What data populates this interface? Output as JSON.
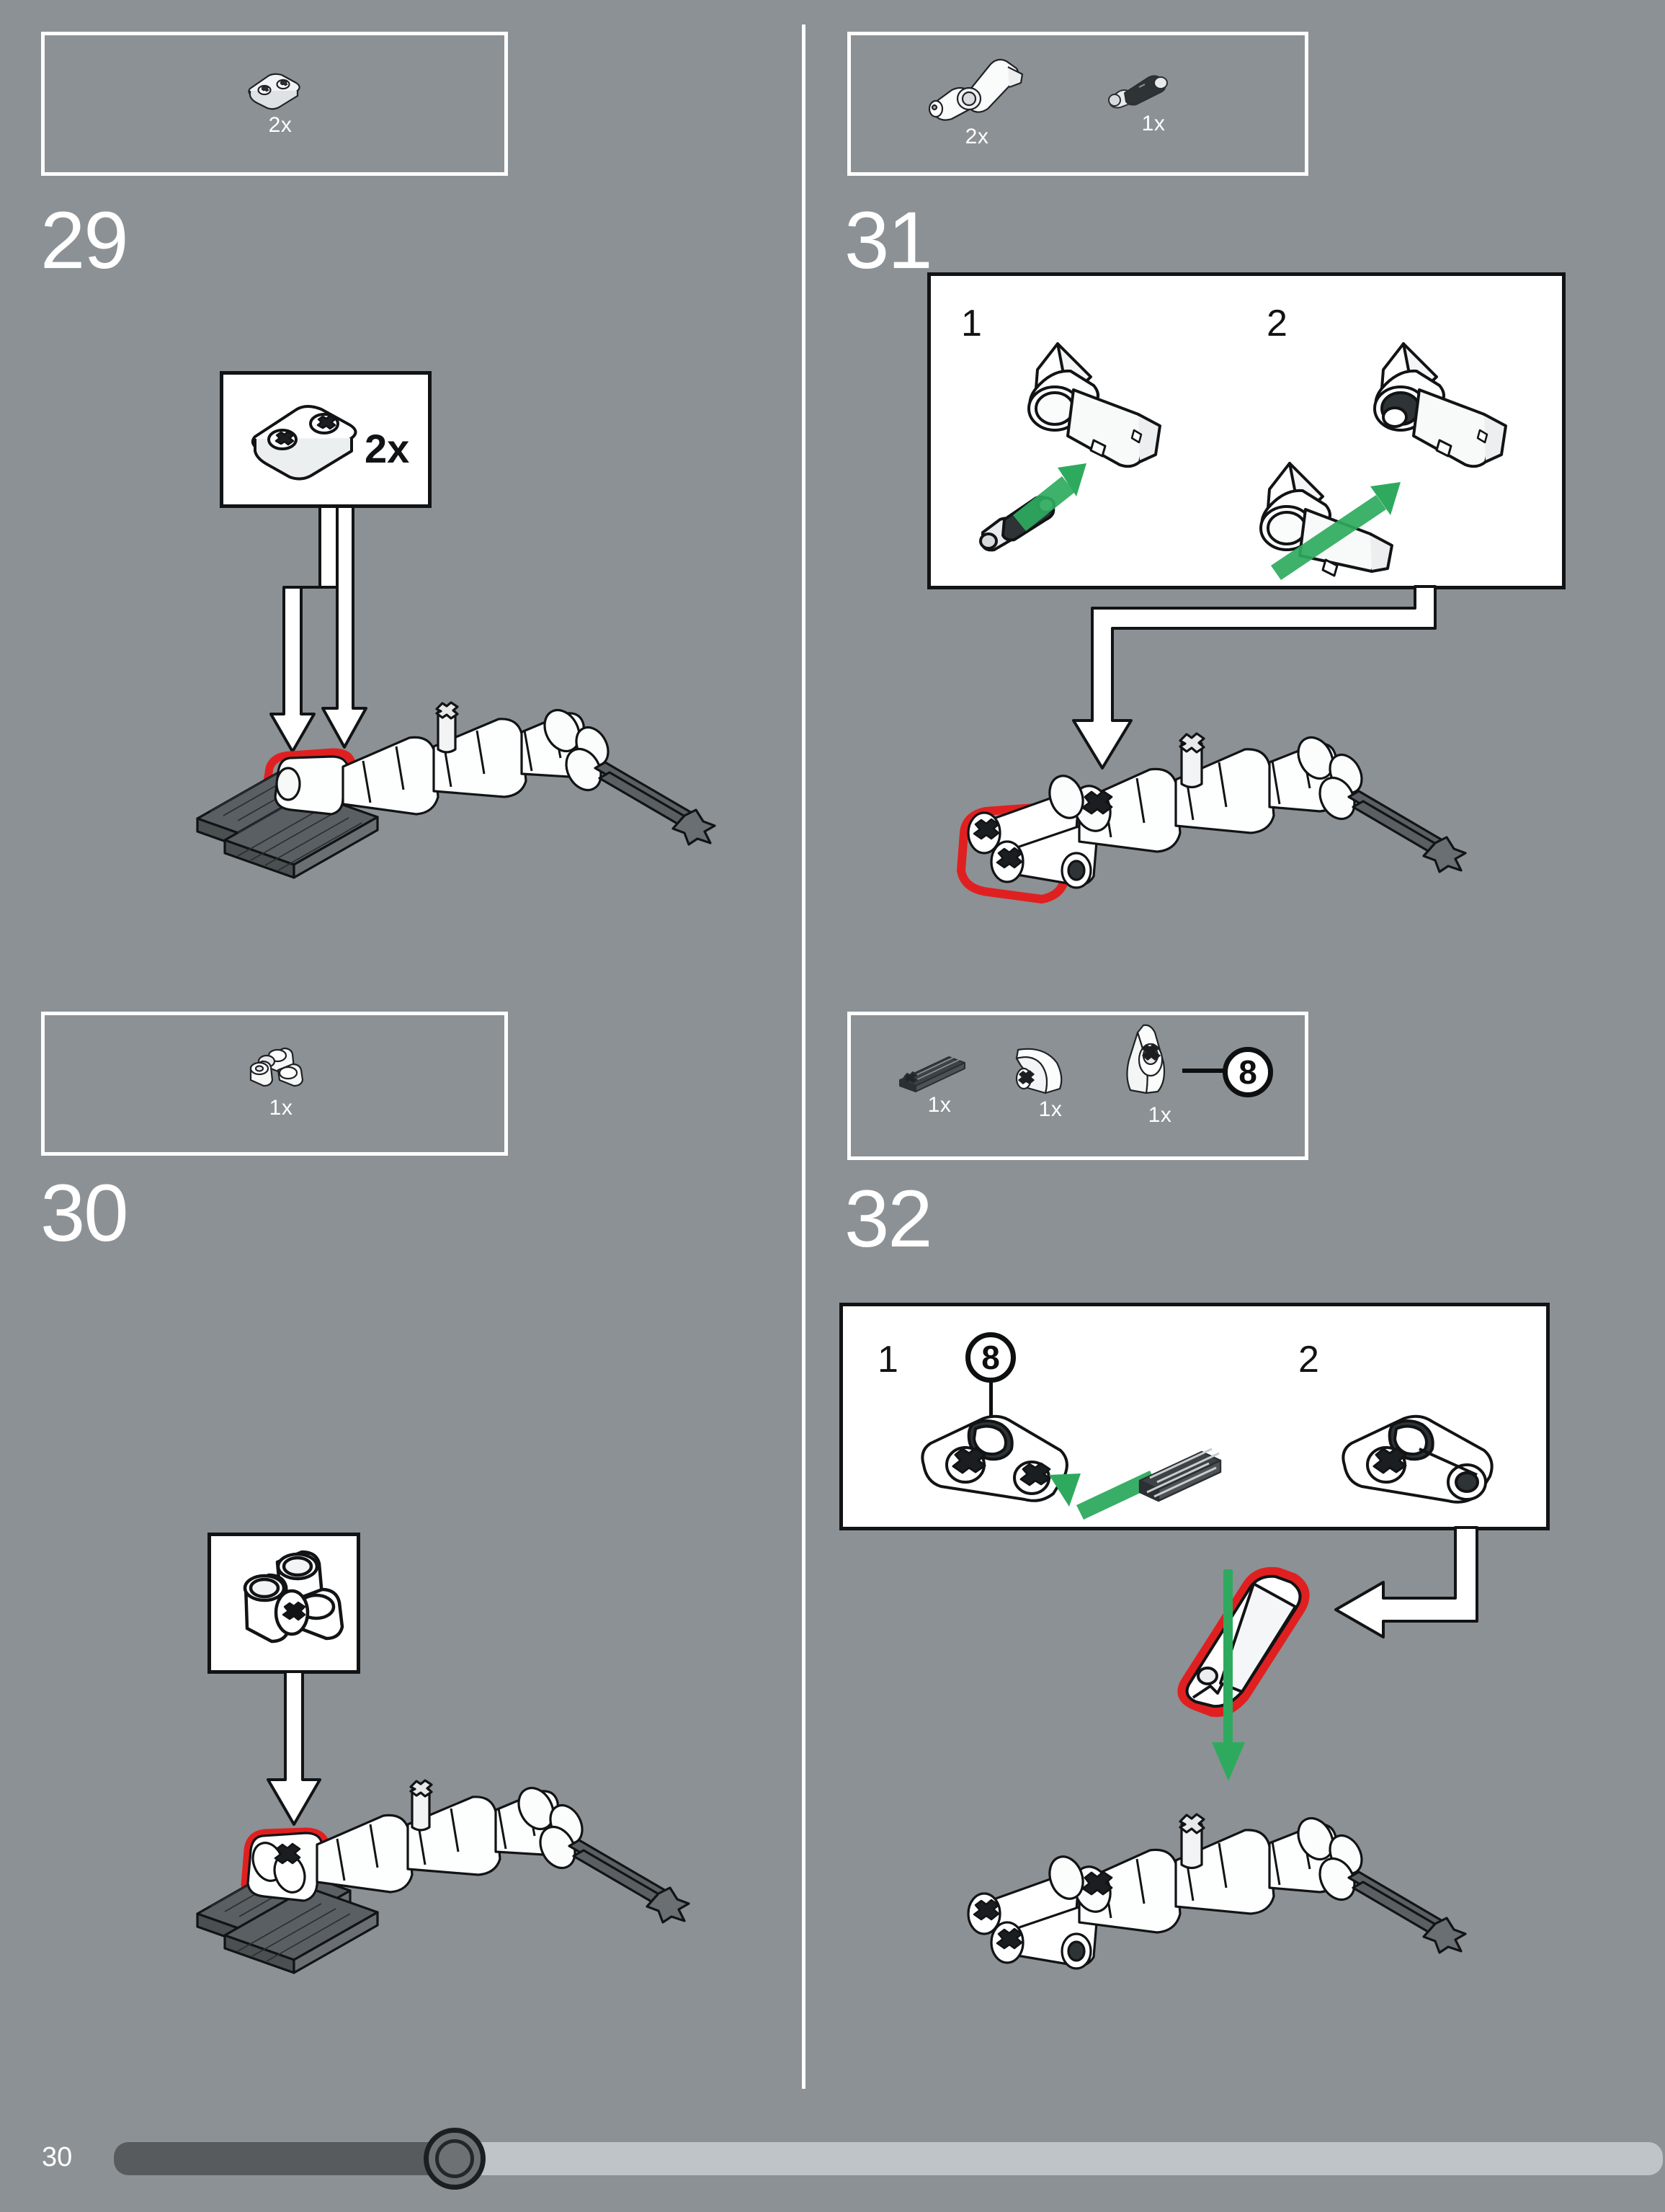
{
  "page": {
    "background_color": "#8c9195",
    "page_number": "30",
    "progress_percent": 22
  },
  "colors": {
    "background": "#8c9195",
    "white": "#ffffff",
    "outline": "#111315",
    "highlight_red": "#e02020",
    "arrow_green": "#2eaa5e",
    "part_dark_grey": "#5a5f63",
    "progress_fill": "#575b5e",
    "progress_track": "#bec4c8"
  },
  "columns": {
    "left": {
      "steps": [
        {
          "number": "29",
          "parts_bin": {
            "name": "parts-bin-29",
            "parts": [
              {
                "icon": "technic-beam-2l-liftarm-icon",
                "qty": "2x"
              }
            ]
          },
          "callout": {
            "name": "callout-29",
            "parts": [
              {
                "icon": "technic-beam-2l-liftarm-icon",
                "qty": "2x"
              }
            ]
          },
          "assembly": {
            "name": "assembly-model-29",
            "arrows": 2,
            "highlight": "red"
          }
        },
        {
          "number": "30",
          "parts_bin": {
            "name": "parts-bin-30",
            "parts": [
              {
                "icon": "technic-double-pin-connector-icon",
                "qty": "1x"
              }
            ]
          },
          "callout": {
            "name": "callout-30",
            "parts": [
              {
                "icon": "technic-double-pin-connector-icon",
                "qty": ""
              }
            ]
          },
          "assembly": {
            "name": "assembly-model-30",
            "arrows": 1,
            "highlight": "red"
          }
        }
      ]
    },
    "right": {
      "steps": [
        {
          "number": "31",
          "parts_bin": {
            "name": "parts-bin-31",
            "parts": [
              {
                "icon": "technic-angle-connector-icon",
                "qty": "2x"
              },
              {
                "icon": "technic-axle-pin-black-icon",
                "qty": "1x"
              }
            ]
          },
          "detail_panel": {
            "name": "detail-panel-31",
            "substeps": [
              {
                "label": "1",
                "description": "insert-black-axle-pin-into-angle-connector"
              },
              {
                "label": "2",
                "description": "attach-second-angle-connector"
              }
            ]
          },
          "assembly": {
            "name": "assembly-model-31",
            "arrows": 1,
            "highlight": "red"
          }
        },
        {
          "number": "32",
          "parts_bin": {
            "name": "parts-bin-32",
            "parts": [
              {
                "icon": "technic-axle-3l-dark-icon",
                "qty": "1x"
              },
              {
                "icon": "curved-slope-panel-icon",
                "qty": "1x"
              },
              {
                "icon": "nose-cone-panel-icon",
                "qty": "1x",
                "badge": "8"
              }
            ]
          },
          "detail_panel": {
            "name": "detail-panel-32",
            "badge": "8",
            "substeps": [
              {
                "label": "1",
                "description": "insert-axle-into-panel-assembly"
              },
              {
                "label": "2",
                "description": "completed-sub-assembly"
              }
            ]
          },
          "assembly": {
            "name": "assembly-model-32",
            "arrows": 1,
            "highlight": "red"
          }
        }
      ]
    }
  }
}
